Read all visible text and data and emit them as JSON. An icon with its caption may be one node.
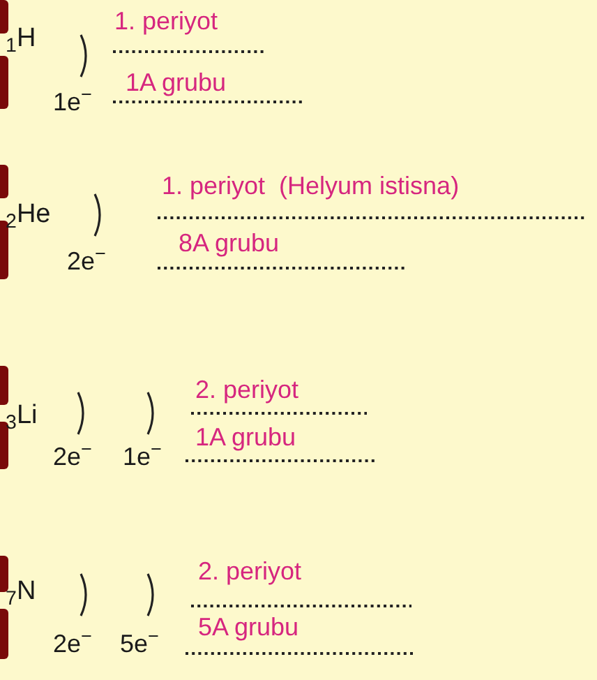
{
  "diagram": {
    "labels": [
      "1. periyot",
      "$_{1}$H",
      "1A grubu",
      "1e$^{−}$",
      "1. periyot  (Helyum istisna)",
      "$_{2}$He",
      "8A grubu",
      "2e$^{−}$",
      "2. periyot",
      "$_{3}$Li",
      "1A grubu",
      "2e$^{−}$",
      "1e$^{−}$",
      "2. periyot",
      "$_{7}$N",
      "5A grubu",
      "2e$^{−}$",
      "5e$^{−}$"
    ]
  }
}
